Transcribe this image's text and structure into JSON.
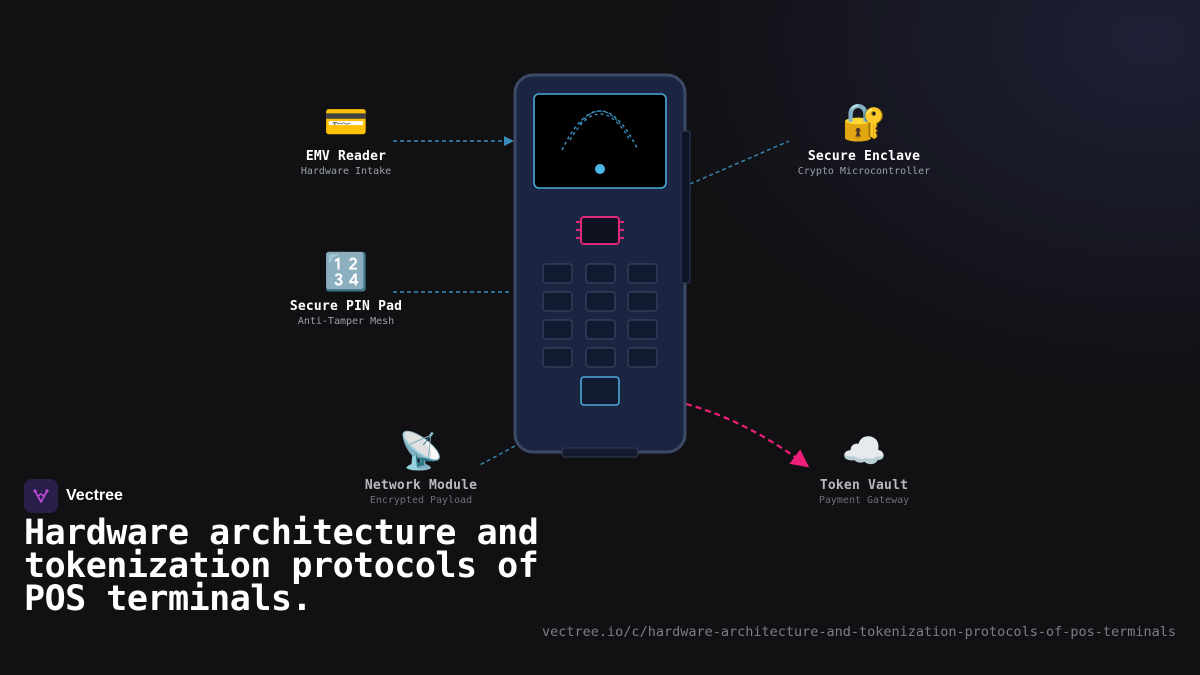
{
  "brand": {
    "name": "Vectree"
  },
  "headline": "Hardware architecture and tokenization protocols of POS terminals.",
  "url": "vectree.io/c/hardware-architecture-and-tokenization-protocols-of-pos-terminals",
  "nodes": {
    "emv_reader": {
      "icon": "credit-card-icon",
      "glyph": "💳",
      "title": "EMV Reader",
      "subtitle": "Hardware Intake"
    },
    "secure_pin_pad": {
      "icon": "number-keypad-icon",
      "glyph": "🔢",
      "title": "Secure PIN Pad",
      "subtitle": "Anti-Tamper Mesh"
    },
    "network_module": {
      "icon": "satellite-dish-icon",
      "glyph": "📡",
      "title": "Network Module",
      "subtitle": "Encrypted Payload"
    },
    "secure_enclave": {
      "icon": "lock-with-key-icon",
      "glyph": "🔐",
      "title": "Secure Enclave",
      "subtitle": "Crypto Microcontroller"
    },
    "token_vault": {
      "icon": "cloud-icon",
      "glyph": "☁️",
      "title": "Token Vault",
      "subtitle": "Payment Gateway"
    }
  },
  "colors": {
    "background": "#111114",
    "device_body": "#1b2440",
    "device_border": "#3c4a66",
    "screen_border": "#4aa8d8",
    "chip": "#e0287a",
    "connector": "#3a8ab8",
    "token_arrow": "#ee1f7a"
  }
}
